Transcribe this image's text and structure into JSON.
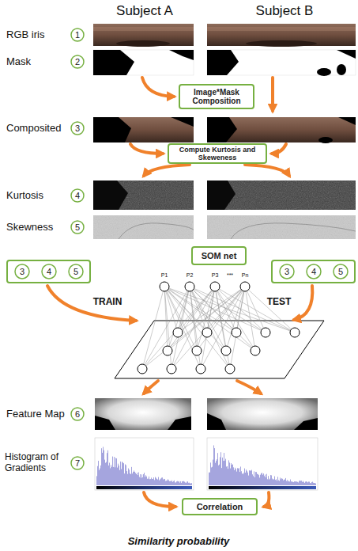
{
  "diagram": {
    "nodes": [
      {
        "text": [
          "1"
        ]
      },
      {
        "text": [
          "2"
        ]
      },
      {
        "text": [
          "Image*Mask Composition"
        ]
      },
      {
        "text": [
          "3"
        ]
      },
      {
        "text": [
          "Compute Kurtosis and Skeweness"
        ]
      },
      {
        "text": [
          "4"
        ]
      },
      {
        "text": [
          "5"
        ]
      },
      {
        "text": [
          "SOM net"
        ]
      },
      {
        "text": []
      },
      {
        "text": [
          "3"
        ],
        "in": 8
      },
      {
        "text": [
          "4"
        ],
        "in": 8
      },
      {
        "text": [
          "5"
        ],
        "in": 8
      },
      {
        "text": []
      },
      {
        "text": [
          "3"
        ],
        "in": 12
      },
      {
        "text": [
          "4"
        ],
        "in": 12
      },
      {
        "text": [
          "5"
        ],
        "in": 12
      },
      {
        "text": [
          "6"
        ]
      },
      {
        "text": [
          "7"
        ]
      },
      {
        "text": [
          "Correlation"
        ]
      }
    ],
    "labels": [
      "Subject A",
      "Subject B",
      "RGB iris",
      "Mask",
      "Composited",
      "Kurtosis",
      "Skewness",
      "P1",
      "P2",
      "P3",
      "***",
      "Pn",
      "TRAIN",
      "TEST",
      "Feature Map",
      "Histogram of Gradients",
      "Similarity probability"
    ]
  }
}
